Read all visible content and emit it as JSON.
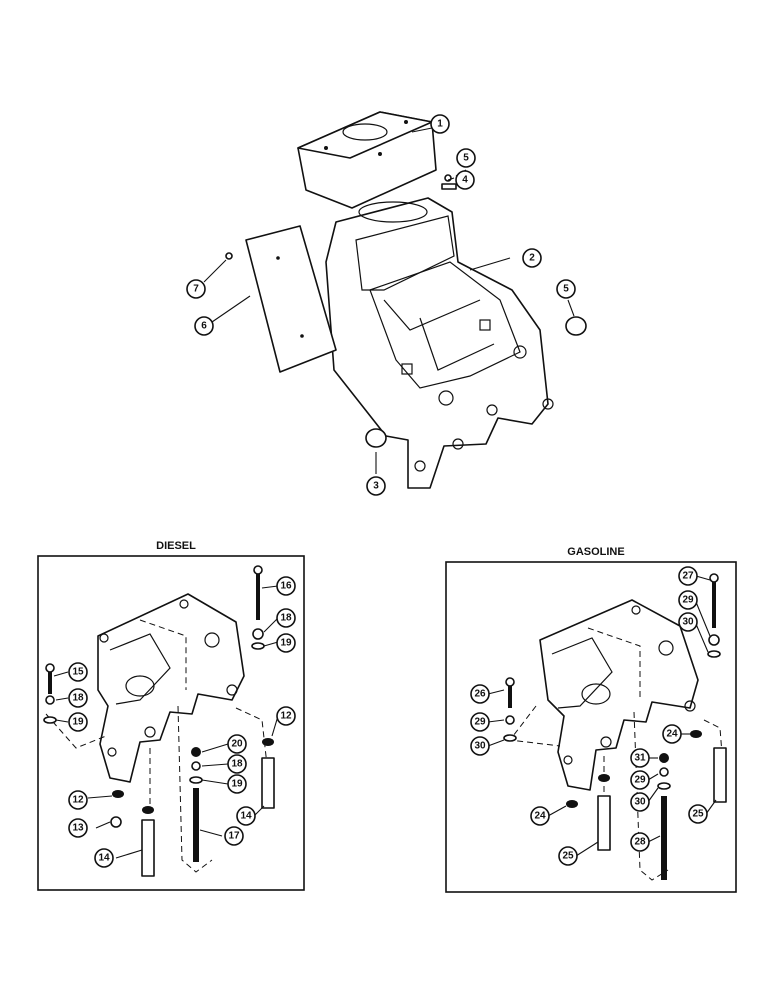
{
  "insets": {
    "diesel": {
      "title": "DIESEL"
    },
    "gasoline": {
      "title": "GASOLINE"
    }
  },
  "main_callouts": [
    "1",
    "2",
    "3",
    "4",
    "5",
    "5",
    "6",
    "7"
  ],
  "diesel_callouts": [
    "16",
    "18",
    "19",
    "15",
    "18",
    "19",
    "12",
    "20",
    "18",
    "19",
    "12",
    "14",
    "13",
    "14",
    "17"
  ],
  "gasoline_callouts": [
    "27",
    "29",
    "30",
    "26",
    "29",
    "30",
    "24",
    "31",
    "29",
    "30",
    "24",
    "25",
    "25",
    "28"
  ]
}
